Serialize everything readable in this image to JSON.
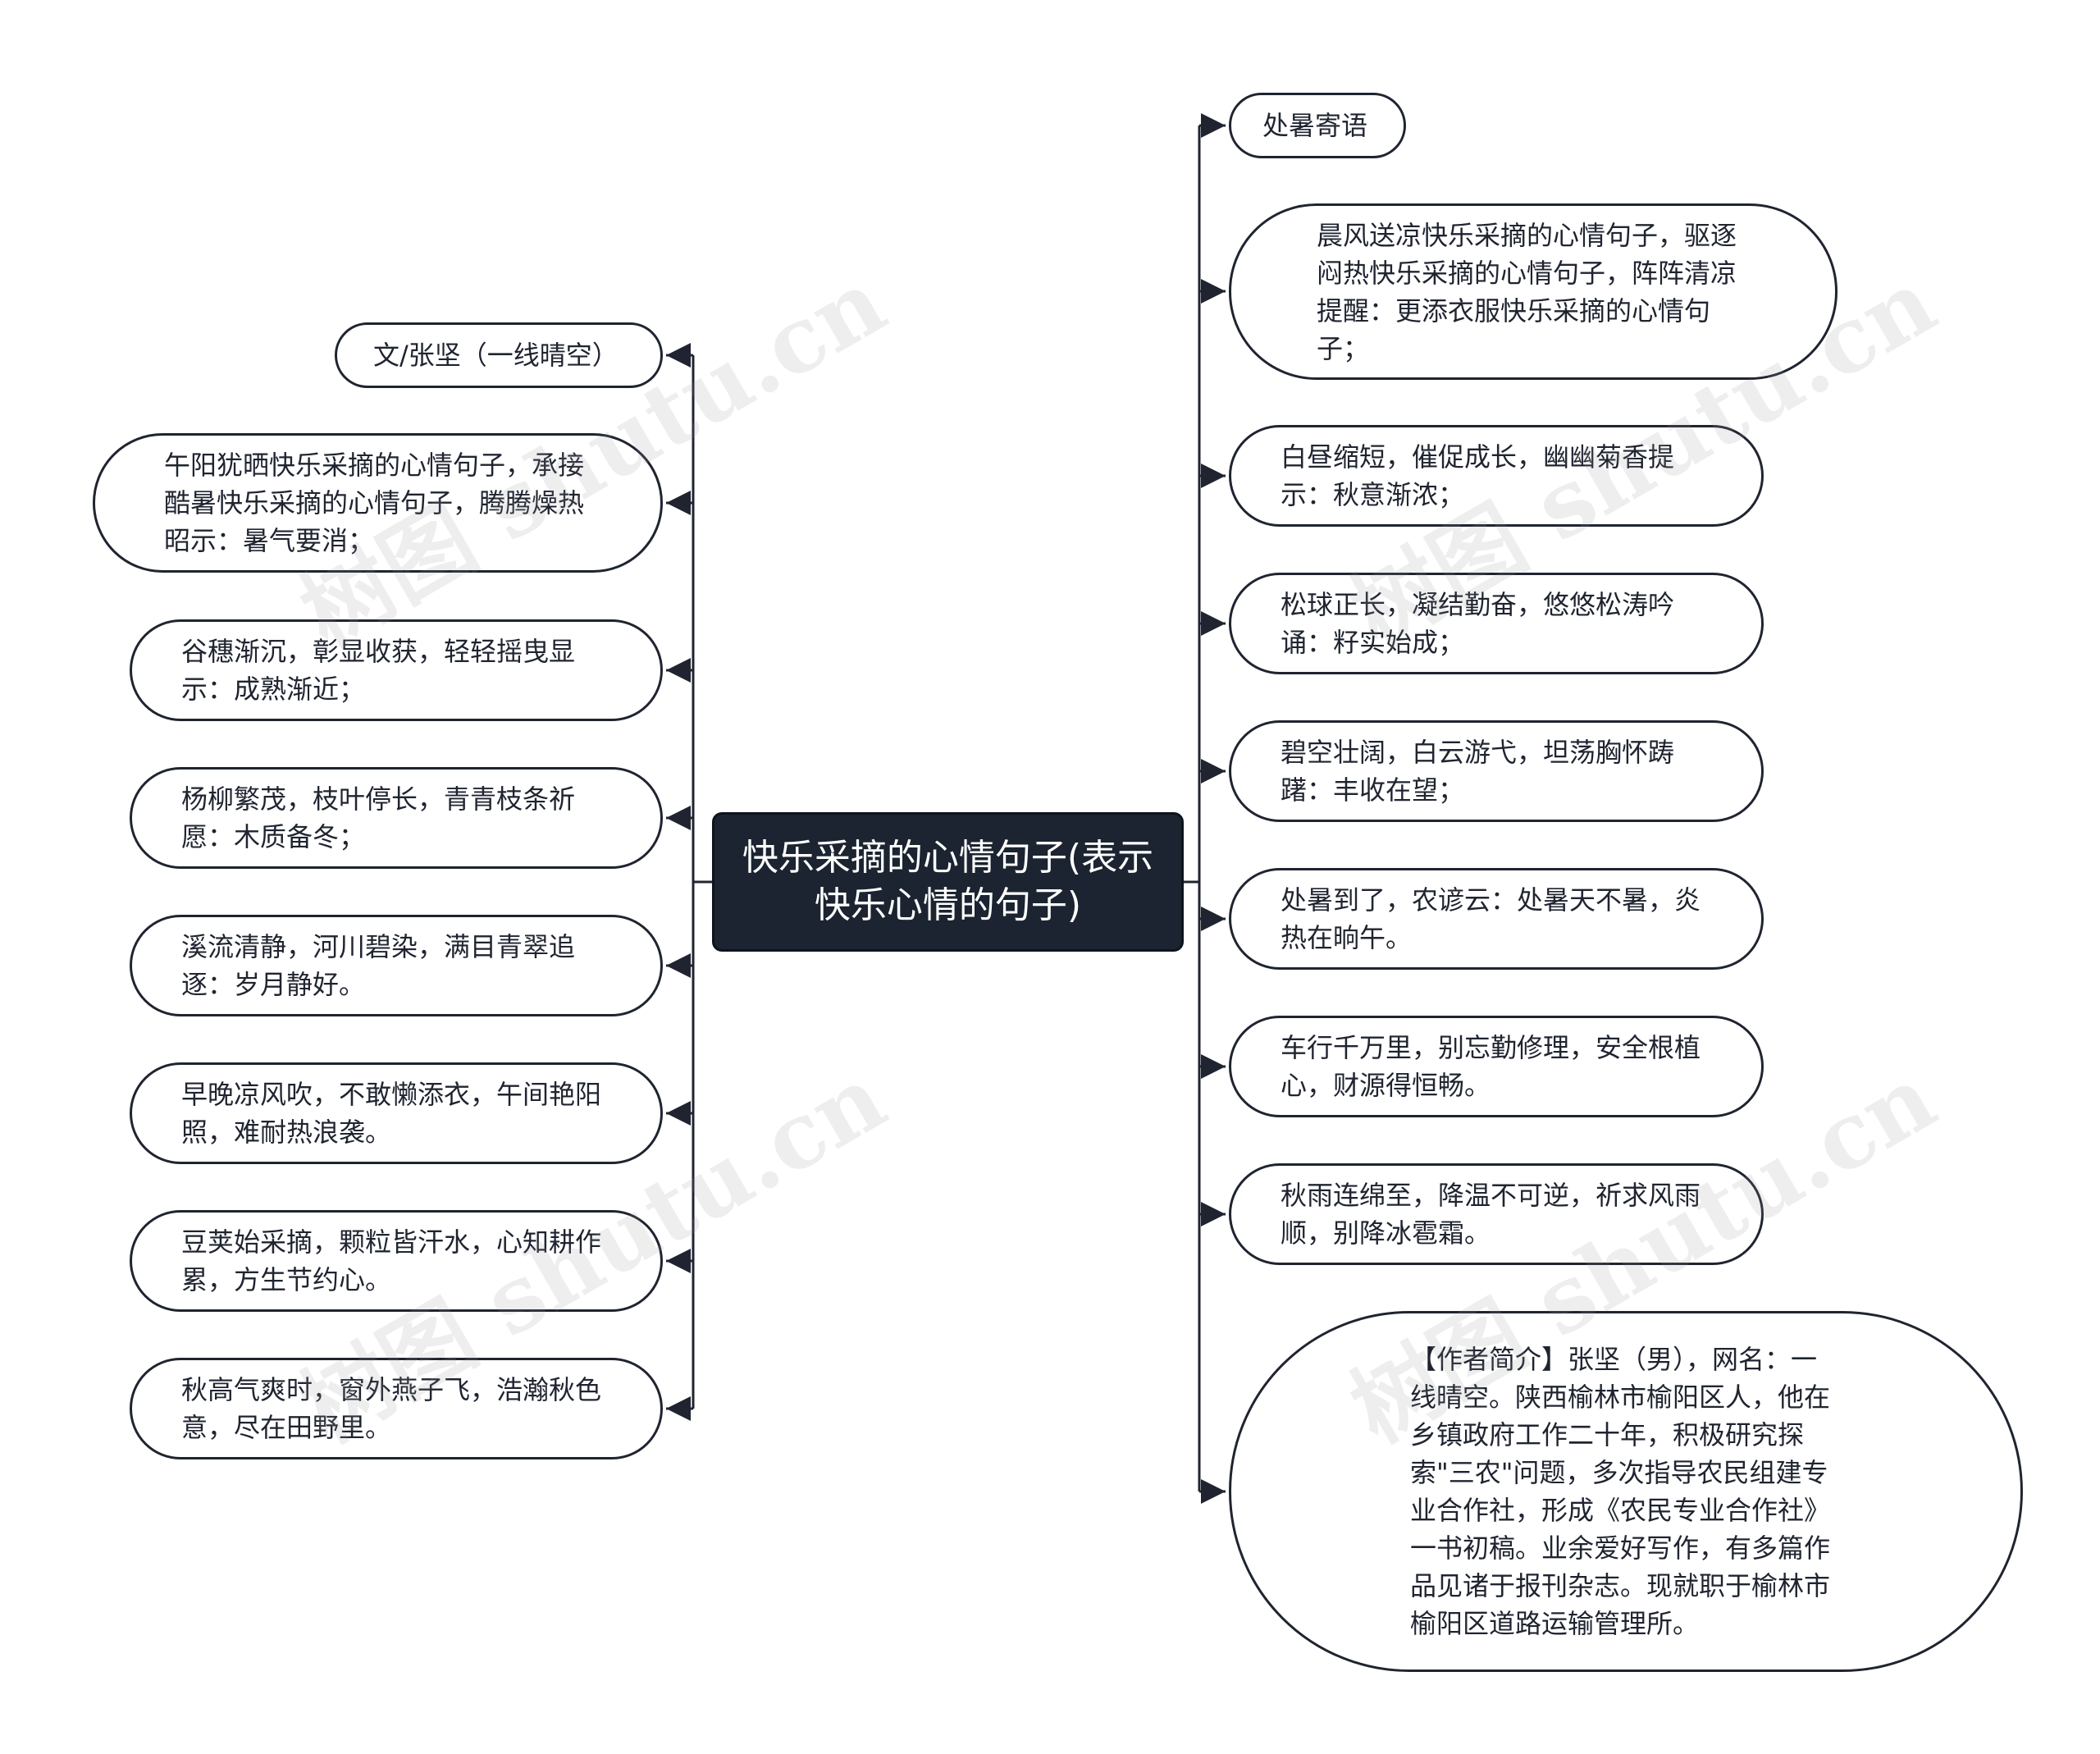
{
  "center": {
    "title": "快乐采摘的心情句子(表示快乐心情的句子)"
  },
  "left_nodes": [
    {
      "text": "文/张坚（一线晴空）"
    },
    {
      "text": "午阳犹晒快乐采摘的心情句子，承接酷暑快乐采摘的心情句子，腾腾燥热昭示：暑气要消；"
    },
    {
      "text": "谷穗渐沉，彰显收获，轻轻摇曳显示：成熟渐近；"
    },
    {
      "text": "杨柳繁茂，枝叶停长，青青枝条祈愿：木质备冬；"
    },
    {
      "text": "溪流清静，河川碧染，满目青翠追逐：岁月静好。"
    },
    {
      "text": "早晚凉风吹，不敢懒添衣，午间艳阳照，难耐热浪袭。"
    },
    {
      "text": "豆荚始采摘，颗粒皆汗水，心知耕作累，方生节约心。"
    },
    {
      "text": "秋高气爽时，窗外燕子飞，浩瀚秋色意，尽在田野里。"
    }
  ],
  "right_nodes": [
    {
      "text": "处暑寄语"
    },
    {
      "text": "晨风送凉快乐采摘的心情句子，驱逐闷热快乐采摘的心情句子，阵阵清凉提醒：更添衣服快乐采摘的心情句子；"
    },
    {
      "text": "白昼缩短，催促成长，幽幽菊香提示：秋意渐浓；"
    },
    {
      "text": "松球正长，凝结勤奋，悠悠松涛吟诵：籽实始成；"
    },
    {
      "text": "碧空壮阔，白云游弋，坦荡胸怀踌躇：丰收在望；"
    },
    {
      "text": "处暑到了，农谚云：处暑天不暑，炎热在晌午。"
    },
    {
      "text": "车行千万里，别忘勤修理，安全根植心，财源得恒畅。"
    },
    {
      "text": "秋雨连绵至，降温不可逆，祈求风雨顺，别降冰雹霜。"
    },
    {
      "text": "【作者简介】张坚（男），网名：一线晴空。陕西榆林市榆阳区人，他在乡镇政府工作二十年，积极研究探索\"三农\"问题，多次指导农民组建专业合作社，形成《农民专业合作社》一书初稿。业余爱好写作，有多篇作品见诸于报刊杂志。现就职于榆林市榆阳区道路运输管理所。"
    }
  ],
  "watermark": "树图 shutu.cn",
  "colors": {
    "line": "#1f2430",
    "center_fill": "#1b2430",
    "center_text": "#ffffff",
    "node_border": "#1f2430"
  }
}
